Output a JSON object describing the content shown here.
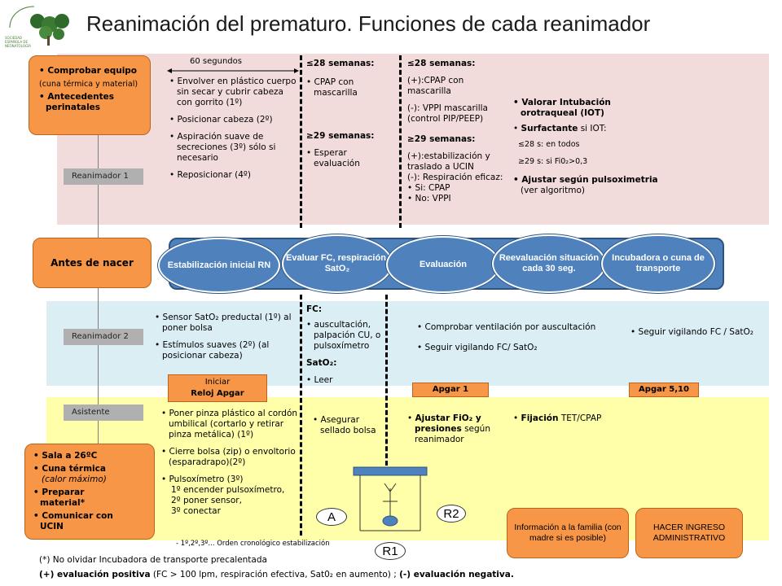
{
  "title": "Reanimación del prematuro. Funciones de cada reanimador",
  "logo": {
    "text": "SOCIEDAD ESPAÑOLA DE NEONATOLOGÍA"
  },
  "left": {
    "top_box": [
      "Comprobar equipo",
      "(cuna térmica y material)",
      "Antecedentes perinatales"
    ],
    "antes": "Antes de nacer",
    "bottom_box": [
      "Sala a 26ºC",
      "Cuna térmica",
      "(calor máximo)",
      "Preparar material*",
      "Comunicar con UCIN"
    ],
    "r1": "Reanimador 1",
    "r2": "Reanimador 2",
    "asistente": "Asistente"
  },
  "r1": {
    "seconds": "60 segundos",
    "col1": [
      "Envolver en plástico cuerpo sin secar y cubrir cabeza con gorrito (1º)",
      "Posicionar cabeza (2º)",
      "Aspiración suave de secreciones (3º) sólo si necesario",
      "Reposicionar (4º)"
    ],
    "col2_h1": "≤28 semanas:",
    "col2_i1": "CPAP con mascarilla",
    "col2_h2": "≥29 semanas:",
    "col2_i2": "Esperar evaluación",
    "col3_h1": "≤28 semanas:",
    "col3_a": "(+):CPAP con mascarilla",
    "col3_b": "(-): VPPI mascarilla (control PIP/PEEP)",
    "col3_h2": "≥29 semanas:",
    "col3_c": "(+):estabilización y traslado a UCIN",
    "col3_d": "(-): Respiración eficaz:",
    "col3_e": "Si: CPAP",
    "col3_f": "No: VPPI",
    "col4_1": "Valorar Intubación orotraqueal (IOT)",
    "col4_2b": "Surfactante",
    "col4_2": " si IOT:",
    "col4_3": "≤28 s: en todos",
    "col4_4": "≥29 s: si Fi0₂>0,3",
    "col4_5": "Ajustar según pulsoximetria",
    "col4_6": "(ver algoritmo)"
  },
  "flow": [
    "Estabilización inicial RN",
    "Evaluar FC, respiración, SatO₂",
    "Evaluación",
    "Reevaluación situación cada 30 seg.",
    "Incubadora o cuna de transporte"
  ],
  "r2": {
    "col1": [
      "Sensor SatO₂ preductal (1º) al poner bolsa",
      "Estímulos suaves (2º) (al posicionar cabeza)"
    ],
    "fc": "FC:",
    "fc_item": "auscultación, palpación CU, o pulsoxímetro",
    "sat": "SatO₂:",
    "sat_item": "Leer",
    "col3": [
      "Comprobar ventilación por auscultación",
      "Seguir vigilando FC/ SatO₂"
    ],
    "col4": "Seguir vigilando FC / SatO₂",
    "iniciar": "Iniciar",
    "reloj": "Reloj Apgar",
    "apgar1": "Apgar 1",
    "apgar5": "Apgar 5,10"
  },
  "asist": {
    "col1": [
      "Poner pinza plástico al cordón umbilical (cortarlo y retirar pinza metálica) (1º)",
      "Cierre bolsa (zip) o envoltorio (esparadrapo)(2º)",
      "Pulsoxímetro (3º)"
    ],
    "puls_sub": [
      "1º encender pulsoxímetro,",
      "2º poner sensor,",
      "3º conectar"
    ],
    "col2": "Asegurar sellado bolsa",
    "col3b": "Ajustar FiO₂ y presiones",
    "col3": " según reanimador",
    "col4b": "Fijación",
    "col4": " TET/CPAP",
    "orden": "- 1º,2º,3º... Orden cronológico estabilización",
    "info": "Información a la familia (con madre si es posible)",
    "ingreso": "HACER INGRESO ADMINISTRATIVO",
    "A": "A",
    "R2": "R2",
    "R1": "R1"
  },
  "footer": {
    "line1": "(*) No olvidar Incubadora de transporte precalentada",
    "line2b1": "(+) evaluación positiva",
    "line2": " (FC > 100 lpm, respiración efectiva, Sat0₂ en aumento) ; ",
    "line2b2": "(-) evaluación negativa."
  },
  "colors": {
    "orange": "#f79646",
    "blue": "#4f81bd",
    "pink": "#f2dcdb",
    "lightblue": "#dbeef4",
    "yellow": "#ffffaa",
    "grey": "#b0b0b0"
  }
}
